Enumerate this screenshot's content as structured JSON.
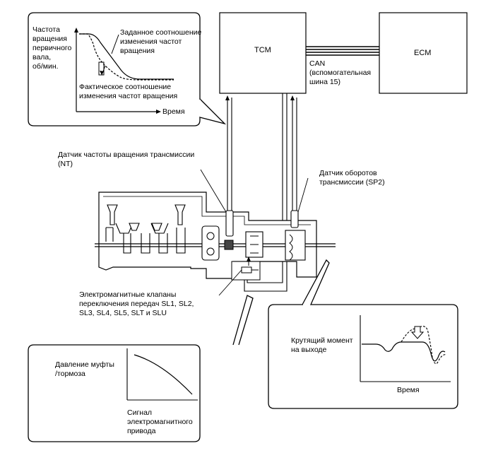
{
  "blocks": {
    "tcm": "TCM",
    "ecm": "ECM"
  },
  "can_label": "CAN\n(вспомогательная\nшина 15)",
  "top_graph": {
    "ylabel": "Частота\nвращения\nпервичного\nвала,\nоб/мин.",
    "target_label": "Заданное соотношение\nизменения частот\nвращения",
    "actual_label": "Фактическое соотношение\nизменения частот вращения",
    "xlabel": "Время"
  },
  "sensors": {
    "nt": "Датчик частоты вращения трансмиссии\n(NT)",
    "sp2": "Датчик оборотов\nтрансмиссии (SP2)"
  },
  "solenoids": "Электромагнитные клапаны\nпереключения передач SL1, SL2,\nSL3, SL4, SL5, SLT и SLU",
  "pressure_graph": {
    "ylabel": "Давление муфты\n/тормоза",
    "xlabel": "Сигнал\nэлектромагнитного\nпривода"
  },
  "torque_graph": {
    "ylabel": "Крутящий момент\nна выходе",
    "xlabel": "Время"
  }
}
